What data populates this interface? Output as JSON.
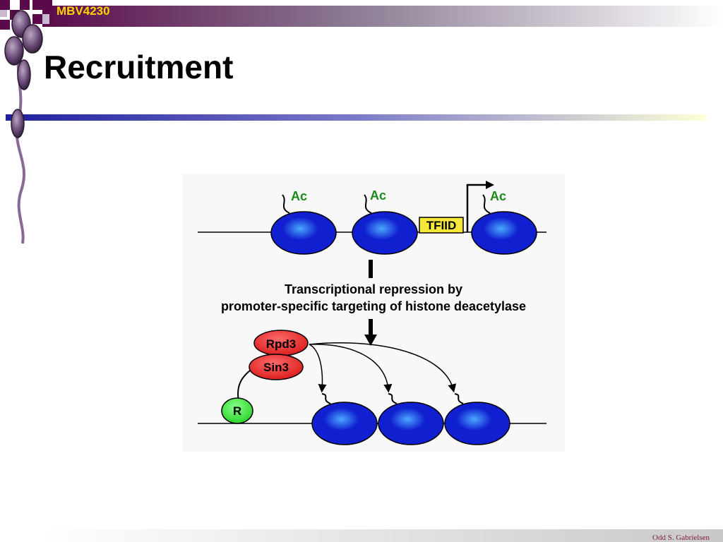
{
  "header": {
    "course_code": "MBV4230",
    "title": "Recruitment"
  },
  "diagram": {
    "top_row": {
      "acetyl_labels": [
        "Ac",
        "Ac",
        "Ac"
      ],
      "complex_label": "TFIID"
    },
    "caption_lines": [
      "Transcriptional repression by",
      "promoter-specific targeting of histone deacetylase"
    ],
    "bottom_row": {
      "rpd3_label": "Rpd3",
      "sin3_label": "Sin3",
      "repressor_label": "R"
    },
    "colors": {
      "nucleosome": "#1020d0",
      "nucleosome_highlight": "#4aa8ff",
      "tfiid_fill": "#f5e83a",
      "rpd3_sin3_fill": "#d81818",
      "repressor_fill": "#22d022",
      "label_green": "#1a8a1a"
    }
  },
  "footer": {
    "author": "Odd S. Gabrielsen"
  }
}
